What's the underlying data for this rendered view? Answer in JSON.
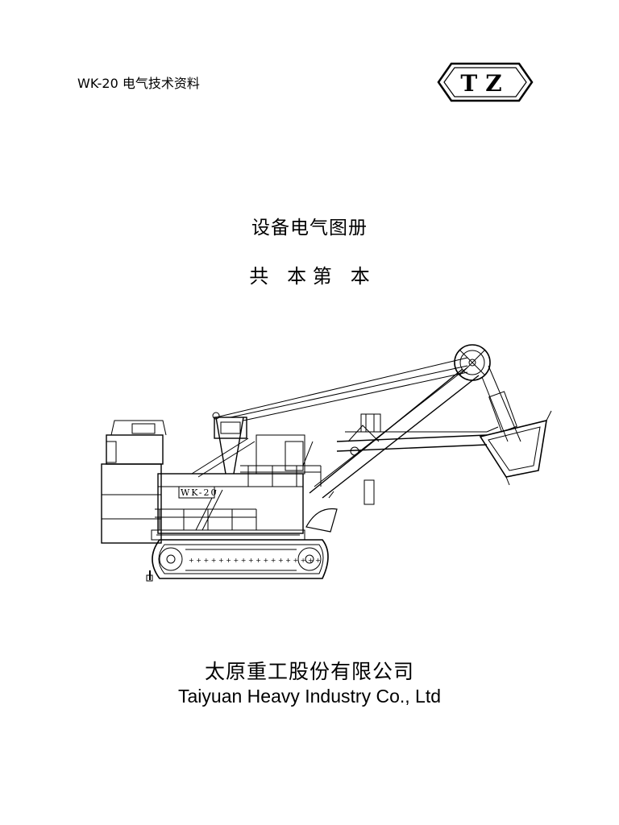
{
  "header": {
    "doc_label": "WK-20 电气技术资料",
    "logo_text": "TZ",
    "logo_icon": "tz-logo-icon"
  },
  "main": {
    "title": "设备电气图册",
    "volume_line": "共   本 第   本"
  },
  "illustration": {
    "icon": "electric-mining-shovel-illustration",
    "model_label": "WK-20"
  },
  "footer": {
    "company_cn": "太原重工股份有限公司",
    "company_en": "Taiyuan Heavy Industry Co., Ltd"
  }
}
